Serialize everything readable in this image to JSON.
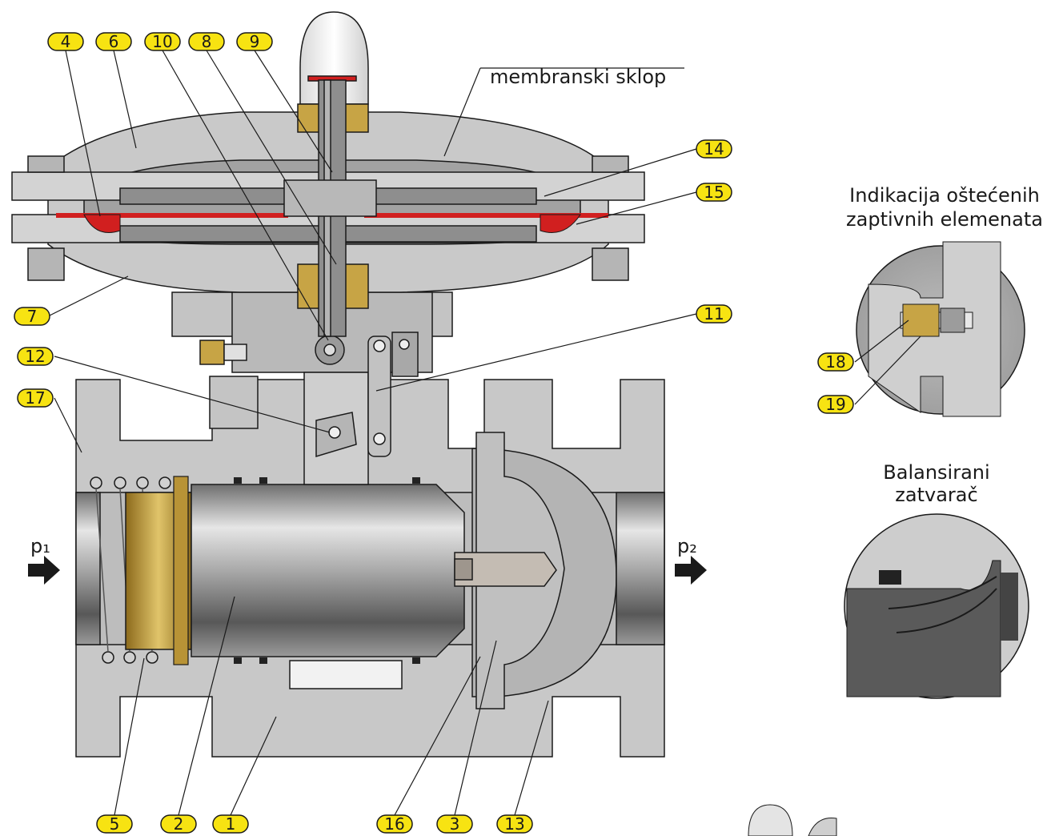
{
  "labels": {
    "membranski": "membranski sklop",
    "indikacija_1": "Indikacija oštećenih",
    "indikacija_2": "zaptivnih elemenata",
    "balansirani_1": "Balansirani",
    "balansirani_2": "zatvarač",
    "p1": "p₁",
    "p2": "p₂"
  },
  "tags": [
    "4",
    "6",
    "10",
    "8",
    "9",
    "14",
    "15",
    "7",
    "11",
    "12",
    "17",
    "18",
    "19",
    "5",
    "2",
    "1",
    "16",
    "3",
    "13"
  ],
  "colors": {
    "tag_fill": "#f7e312",
    "metal": "#c9c9c9",
    "metal_dark": "#8d8d8d",
    "brass": "#c7a445",
    "membrane": "#d11f1f"
  }
}
